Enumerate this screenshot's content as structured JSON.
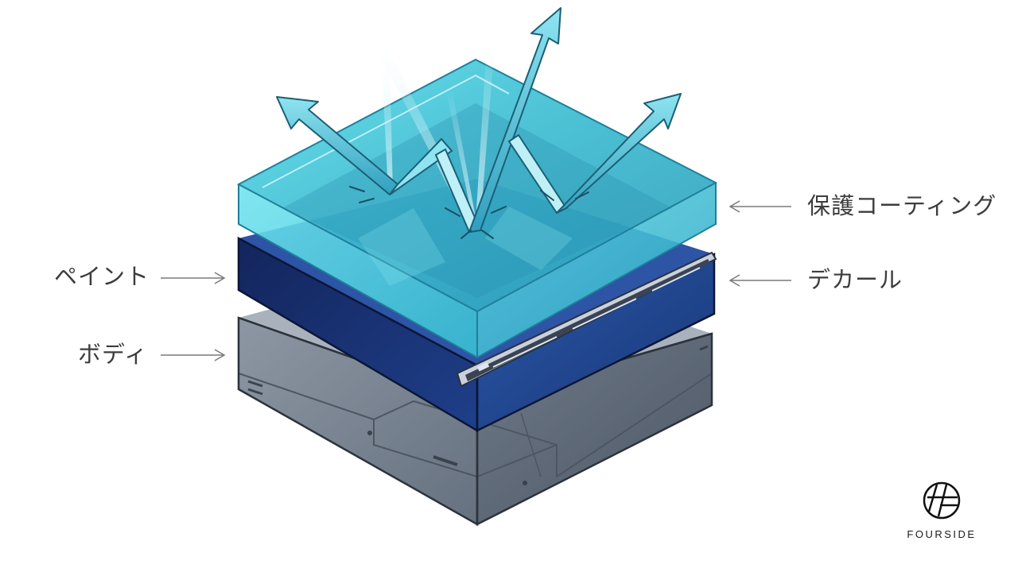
{
  "labels": {
    "protective_coating": "保護コーティング",
    "decal": "デカール",
    "paint": "ペイント",
    "body": "ボディ"
  },
  "brand": {
    "name": "FOURSIDE"
  },
  "colors": {
    "coating": "#4fd0e0",
    "paint": "#1f3f8a",
    "body": "#5f6c7c",
    "arrow": "#5cc6dc"
  }
}
